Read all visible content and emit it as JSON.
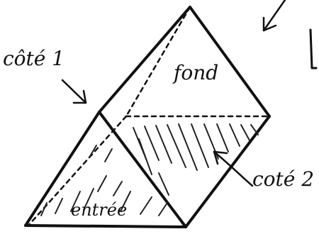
{
  "labels": {
    "cote1": "côté 1",
    "fond": "fond",
    "entree": "entrée",
    "cote2": "coté 2"
  },
  "colors": {
    "ink": "#111111",
    "paper": "#ffffff"
  }
}
